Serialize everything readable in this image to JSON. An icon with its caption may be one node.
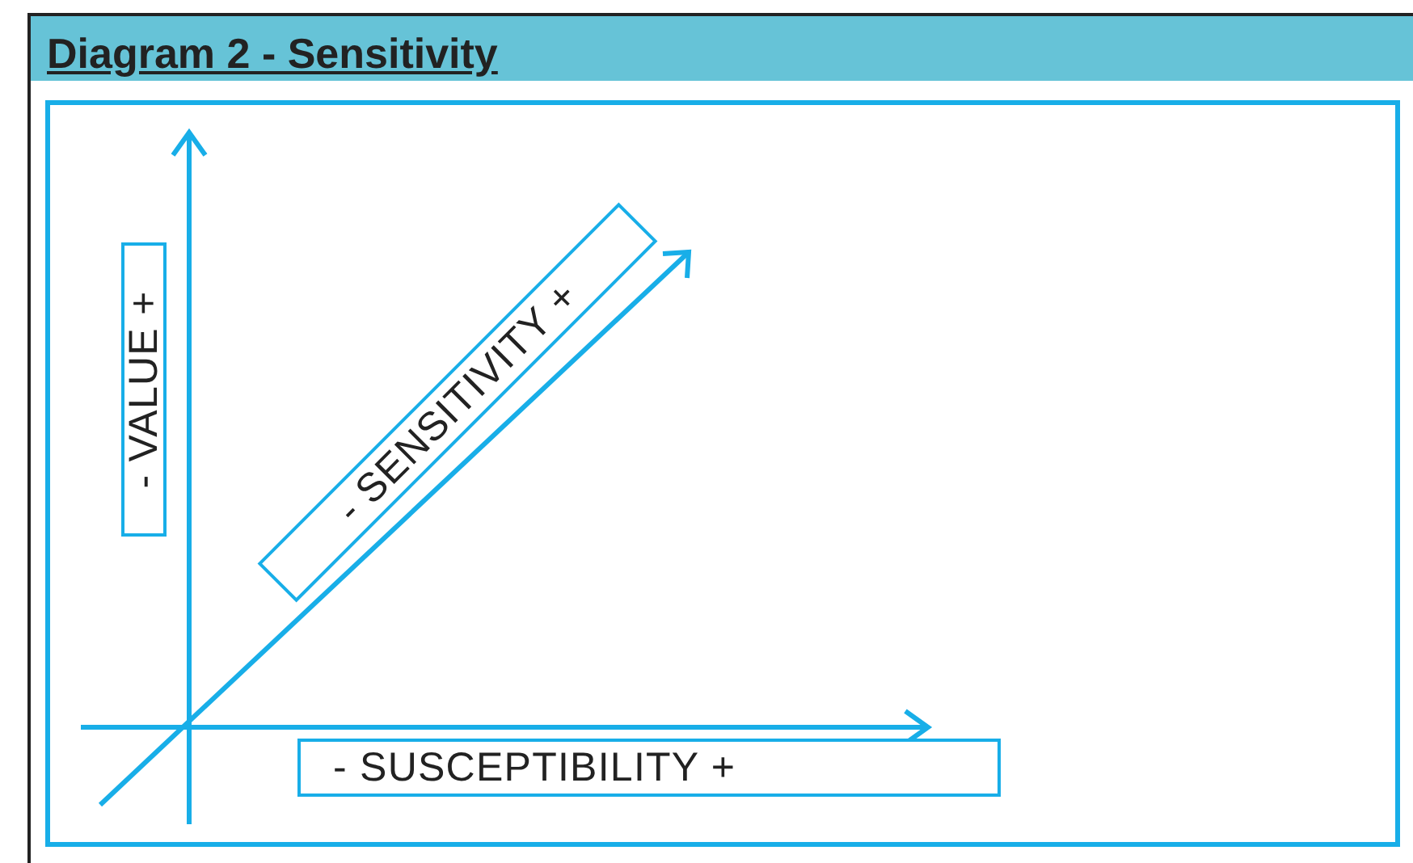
{
  "diagram": {
    "title": "Diagram 2 - Sensitivity",
    "nodes": [
      {
        "text": [
          "- VALUE +"
        ]
      },
      {
        "text": [
          "- SENSITIVITY +"
        ]
      },
      {
        "text": [
          "- SUSCEPTIBILITY +"
        ]
      }
    ]
  }
}
